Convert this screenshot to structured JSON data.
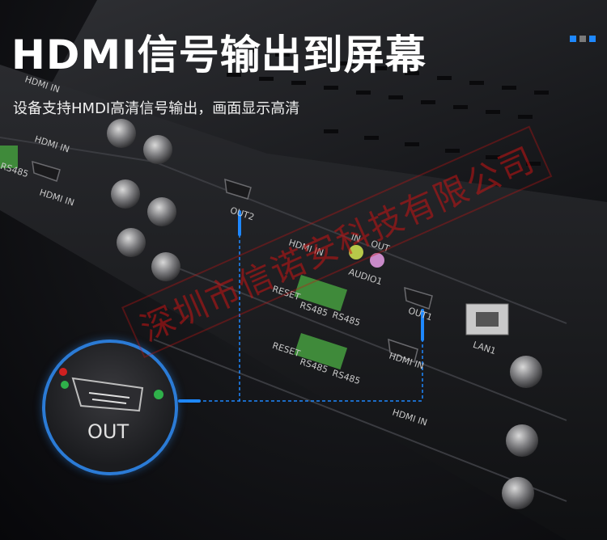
{
  "headline": "HDMI信号输出到屏幕",
  "subheadline": "设备支持HMDI高清信号输出，画面显示高清",
  "zoom_label": "OUT",
  "device_labels": {
    "hdmi_in_1": "HDMI IN",
    "hdmi_in_2": "HDMI IN",
    "hdmi_in_3": "HDMI IN",
    "hdmi_in_4": "HDMI IN",
    "hdmi_in_5": "HDMI IN",
    "rs485_1": "RS485",
    "rs485_2": "RS485",
    "rs485_3": "RS485",
    "rs485_4": "RS485",
    "reset_1": "RESET",
    "reset_2": "RESET",
    "out1": "OUT1",
    "out2": "OUT2",
    "in": "IN",
    "out": "OUT",
    "audio1": "AUDIO1",
    "lan1": "LAN1"
  },
  "watermark": "深圳市信诺安科技有限公司",
  "colors": {
    "accent_blue": "#1e88ff",
    "dot_gray": "#7a7a7a",
    "watermark_red": "#c81414"
  }
}
